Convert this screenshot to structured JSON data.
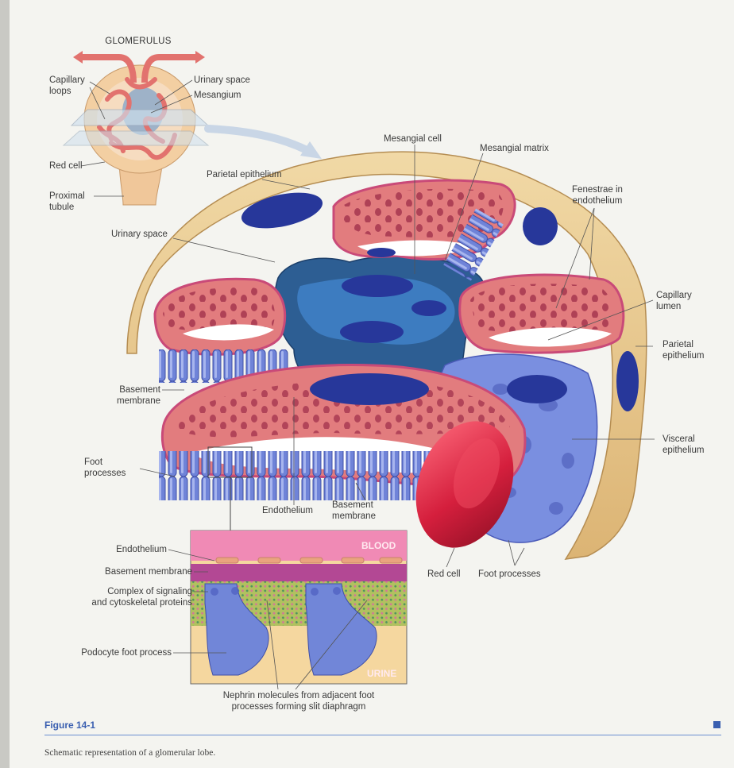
{
  "figure": {
    "number": "Figure 14-1",
    "caption": "Schematic representation of a glomerular lobe."
  },
  "inset": {
    "title": "GLOMERULUS",
    "labels": {
      "capillary_loops": "Capillary\nloops",
      "urinary_space": "Urinary space",
      "mesangium": "Mesangium",
      "red_cell": "Red cell",
      "proximal_tubule": "Proximal\ntubule"
    }
  },
  "main_labels": {
    "mesangial_cell": "Mesangial cell",
    "mesangial_matrix": "Mesangial matrix",
    "parietal_epithelium_top": "Parietal epithelium",
    "fenestrae": "Fenestrae in\nendothelium",
    "urinary_space": "Urinary space",
    "capillary_lumen": "Capillary\nlumen",
    "parietal_epithelium_right": "Parietal\nepithelium",
    "basement_membrane_left": "Basement\nmembrane",
    "visceral_epithelium": "Visceral\nepithelium",
    "foot_processes_left": "Foot\nprocesses",
    "endothelium": "Endothelium",
    "basement_membrane_bottom": "Basement\nmembrane",
    "red_cell": "Red cell",
    "foot_processes_right": "Foot processes"
  },
  "detail": {
    "blood_tag": "BLOOD",
    "urine_tag": "URINE",
    "labels": {
      "endothelium": "Endothelium",
      "basement_membrane": "Basement membrane",
      "signaling": "Complex of signaling\nand cytoskeletal proteins",
      "podocyte": "Podocyte foot process",
      "nephrin": "Nephrin molecules from adjacent foot\nprocesses forming slit diaphragm"
    }
  },
  "colors": {
    "background": "#f4f4f0",
    "capsule": "#e9c98f",
    "endothelium": "#e27c7e",
    "basement": "#c94a78",
    "podocyte": "#6f83d8",
    "mesangium": "#2d5e93",
    "nucleus": "#27379a",
    "red_cell": "#d51f3d",
    "accent_blue": "#3a5fb0"
  }
}
